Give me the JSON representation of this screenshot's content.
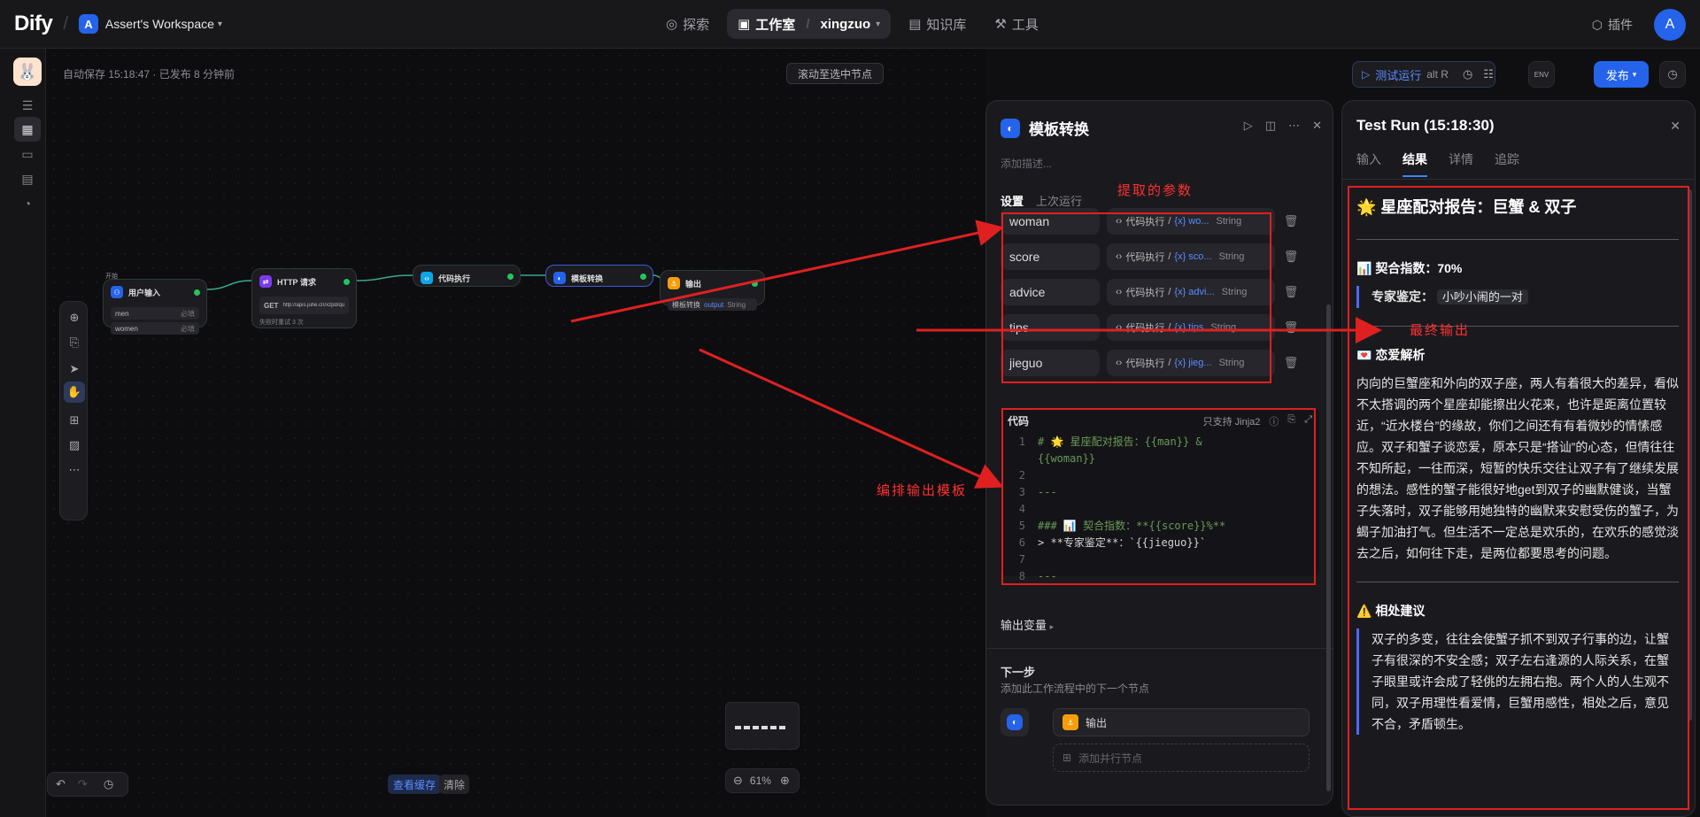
{
  "topbar": {
    "logo": "Dify",
    "workspace_badge": "A",
    "workspace_name": "Assert's Workspace",
    "nav": [
      {
        "label": "探索",
        "icon": "compass-icon"
      },
      {
        "label": "工作室",
        "icon": "robot-icon"
      },
      {
        "label": "知识库",
        "icon": "book-icon"
      },
      {
        "label": "工具",
        "icon": "tool-icon"
      }
    ],
    "studio_app": "xingzuo",
    "plugins": "插件",
    "avatar": "A"
  },
  "canvas": {
    "status": "自动保存 15:18:47 · 已发布 8 分钟前",
    "scroll_to_node": "滚动至选中节点",
    "zoom": "61%",
    "view_cache": "查看缓存",
    "clear": "清除"
  },
  "toolbar_right": {
    "test_run": "测试运行",
    "shortcut": "alt R",
    "env": "ENV",
    "publish": "发布"
  },
  "nodes": {
    "start": {
      "label": "开始",
      "title": "用户输入",
      "vars": [
        "men",
        "women"
      ],
      "required": "必填"
    },
    "http": {
      "title": "HTTP 请求",
      "method": "GET",
      "url": "http://apis.juhe.cn/xzpd/query",
      "retry": "失败时重试 3 次"
    },
    "code": {
      "title": "代码执行"
    },
    "template": {
      "title": "模板转换"
    },
    "output": {
      "title": "输出",
      "row": "模板转换",
      "var": "output",
      "type": "String"
    }
  },
  "node_panel": {
    "title": "模板转换",
    "add_desc": "添加描述...",
    "tabs": [
      "设置",
      "上次运行"
    ],
    "vars": [
      {
        "name": "woman",
        "source": "代码执行",
        "var": "wo...",
        "type": "String"
      },
      {
        "name": "score",
        "source": "代码执行",
        "var": "sco...",
        "type": "String"
      },
      {
        "name": "advice",
        "source": "代码执行",
        "var": "advi...",
        "type": "String"
      },
      {
        "name": "tips",
        "source": "代码执行",
        "var": "tips",
        "type": "String"
      },
      {
        "name": "jieguo",
        "source": "代码执行",
        "var": "jieg...",
        "type": "String"
      }
    ],
    "code_label": "代码",
    "jinja_support": "只支持 Jinja2",
    "code_lines": [
      {
        "n": "1",
        "text": "# 🌟 星座配对报告：{{man}} &",
        "cls": "cmt"
      },
      {
        "n": "",
        "text": "{{woman}}",
        "cls": "cmt"
      },
      {
        "n": "2",
        "text": "",
        "cls": "txt"
      },
      {
        "n": "3",
        "text": "---",
        "cls": "cmt"
      },
      {
        "n": "4",
        "text": "",
        "cls": "txt"
      },
      {
        "n": "5",
        "text": "### 📊 契合指数：**{{score}}%**",
        "cls": "cmt"
      },
      {
        "n": "6",
        "text": "> **专家鉴定**：`{{jieguo}}`",
        "cls": "txt"
      },
      {
        "n": "7",
        "text": "",
        "cls": "txt"
      },
      {
        "n": "8",
        "text": "---",
        "cls": "cmt"
      }
    ],
    "output_vars": "输出变量",
    "next_step": "下一步",
    "next_desc": "添加此工作流程中的下一个节点",
    "next_node": "输出",
    "add_parallel": "添加并行节点"
  },
  "test_run": {
    "title": "Test Run (15:18:30)",
    "tabs": [
      "输入",
      "结果",
      "详情",
      "追踪"
    ],
    "heading": "🌟 星座配对报告：巨蟹 & 双子",
    "score_line": "📊 契合指数：70%",
    "expert_label": "专家鉴定：",
    "expert_value": "小吵小闹的一对",
    "love_title": "💌 恋爱解析",
    "love_text": "内向的巨蟹座和外向的双子座，两人有着很大的差异，看似不太搭调的两个星座却能擦出火花来，也许是距离位置较近，“近水楼台”的缘故，你们之间还有有着微妙的情愫感应。双子和蟹子谈恋爱，原本只是“搭讪”的心态，但情往往不知所起，一往而深，短暂的快乐交往让双子有了继续发展的想法。感性的蟹子能很好地get到双子的幽默健谈，当蟹子失落时，双子能够用她独特的幽默来安慰受伤的蟹子，为蝎子加油打气。但生活不一定总是欢乐的，在欢乐的感觉淡去之后，如何往下走，是两位都要思考的问题。",
    "advice_title": "⚠️ 相处建议",
    "advice_text": "双子的多变，往往会使蟹子抓不到双子行事的边，让蟹子有很深的不安全感；双子左右逢源的人际关系，在蟹子眼里或许会成了轻佻的左拥右抱。两个人的人生观不同，双子用理性看爱情，巨蟹用感性，相处之后，意见不合，矛盾顿生。"
  },
  "annotations": {
    "params": "提取的参数",
    "final_output": "最终输出",
    "template": "编排输出模板"
  }
}
